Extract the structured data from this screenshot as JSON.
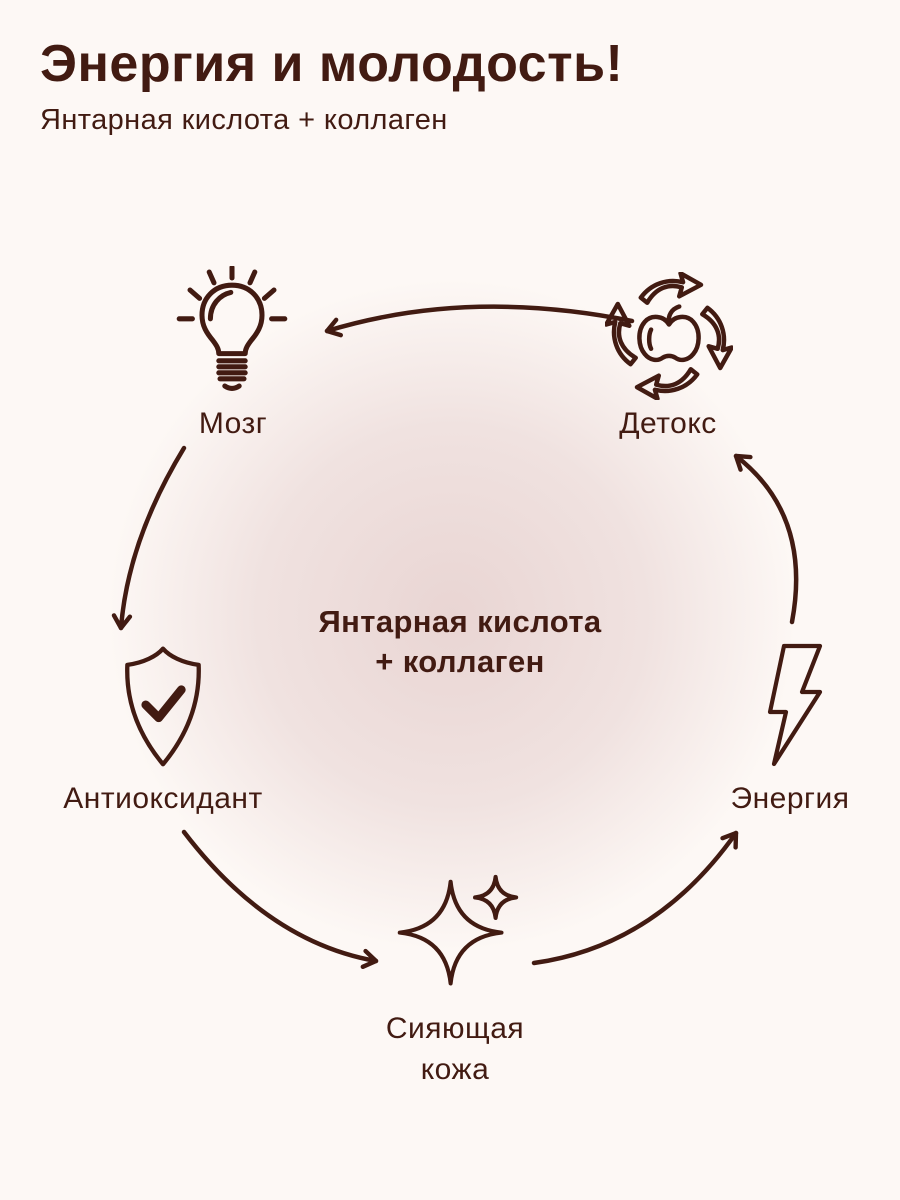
{
  "header": {
    "title": "Энергия и молодость!",
    "subtitle": "Янтарная кислота + коллаген"
  },
  "center": {
    "line1": "Янтарная кислота",
    "line2": "+ коллаген"
  },
  "nodes": {
    "brain": {
      "label": "Мозг",
      "icon": "lightbulb-icon"
    },
    "detox": {
      "label": "Детокс",
      "icon": "apple-recycle-icon"
    },
    "energy": {
      "label": "Энергия",
      "icon": "lightning-bolt-icon"
    },
    "skin": {
      "label": "Сияющая кожа",
      "icon": "sparkles-icon"
    },
    "antioxidant": {
      "label": "Антиоксидант",
      "icon": "shield-check-icon"
    }
  },
  "cycle_arrows": [
    "Детокс → Мозг",
    "Мозг → Антиоксидант",
    "Антиоксидант → Сияющая кожа",
    "Сияющая кожа → Энергия",
    "Энергия → Детокс"
  ],
  "colors": {
    "background": "#fdf8f5",
    "glow": "#e9d5d3",
    "ink": "#421b12"
  }
}
